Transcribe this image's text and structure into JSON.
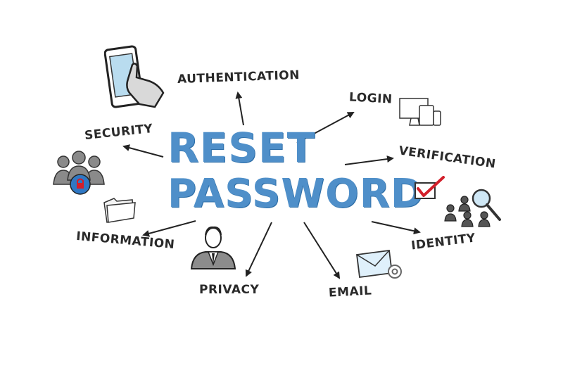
{
  "title": {
    "line1": "RESET",
    "line2": "PASSWORD"
  },
  "labels": {
    "authentication": "AUTHENTICATION",
    "login": "LOGIN",
    "security": "SECURITY",
    "verification": "VERIFICATION",
    "information": "INFORMATION",
    "identity": "IDENTITY",
    "privacy": "PRIVACY",
    "email": "EMAIL"
  },
  "icons": [
    "phone-touch-icon",
    "devices-icon",
    "users-lock-icon",
    "checkmark-box-icon",
    "folder-icon",
    "identity-search-icon",
    "businessman-icon",
    "envelope-at-icon"
  ],
  "colors": {
    "title": "#4f8fc9",
    "text": "#2a2a2a",
    "check": "#d21f2a",
    "lock": "#2f78c4"
  }
}
